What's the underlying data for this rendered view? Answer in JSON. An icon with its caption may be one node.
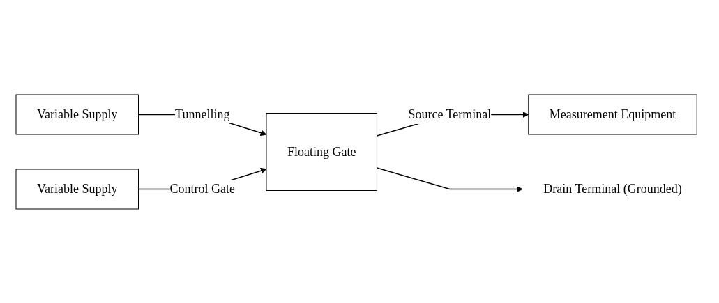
{
  "diagram": {
    "nodes": [
      {
        "text": [
          "Variable Supply"
        ]
      },
      {
        "text": [
          "Variable Supply"
        ]
      },
      {
        "text": [
          "Floating Gate"
        ]
      },
      {
        "text": [
          "Measurement Equipment"
        ]
      },
      {
        "text": [
          "Drain Terminal (Grounded)"
        ]
      }
    ],
    "edges": [
      {
        "from": 0,
        "to": 2,
        "arrow": "to",
        "label": "Tunnelling"
      },
      {
        "from": 1,
        "to": 2,
        "arrow": "to",
        "label": "Control Gate"
      },
      {
        "from": 2,
        "to": 3,
        "arrow": "to",
        "label": "Source Terminal"
      },
      {
        "from": 2,
        "to": 4,
        "arrow": "to"
      }
    ]
  }
}
